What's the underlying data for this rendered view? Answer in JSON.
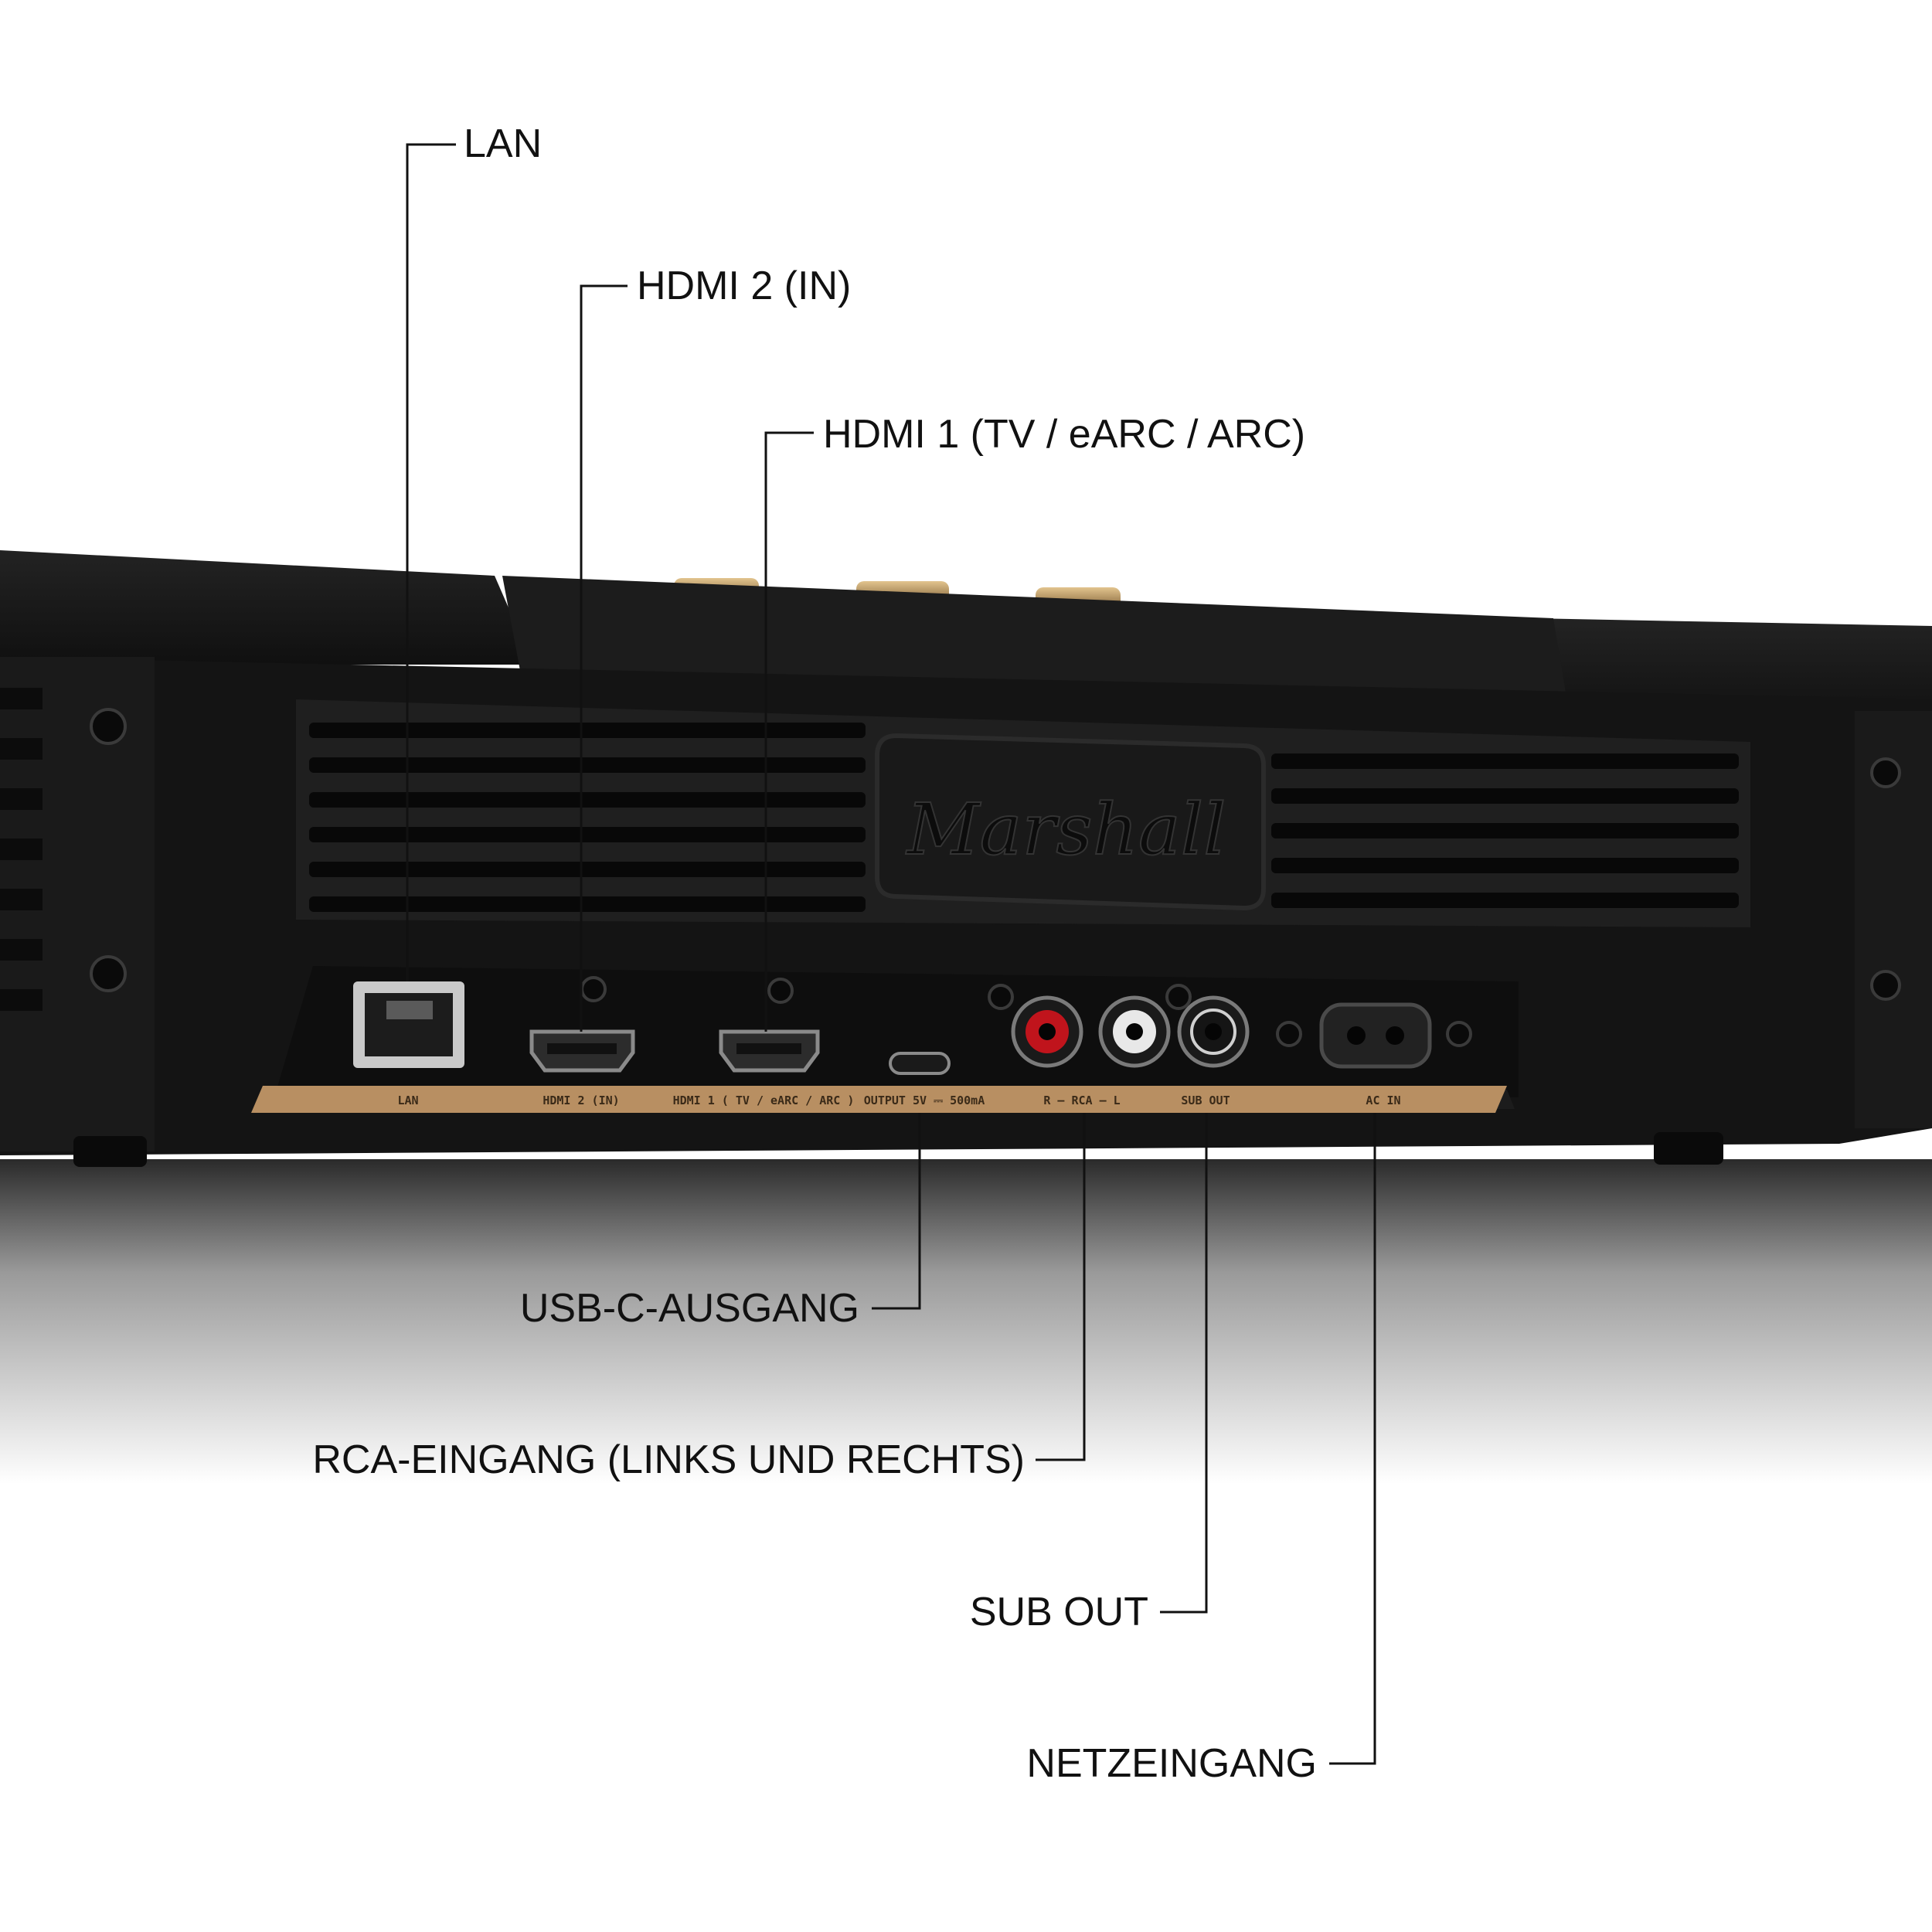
{
  "callouts": {
    "lan": "LAN",
    "hdmi2": "HDMI 2 (IN)",
    "hdmi1": "HDMI 1 (TV / eARC / ARC)",
    "usbc": "USB-C-AUSGANG",
    "rca": "RCA-EINGANG (LINKS UND RECHTS)",
    "sub": "SUB OUT",
    "power": "NETZEINGANG"
  },
  "panel_labels": {
    "lan": "LAN",
    "hdmi2": "HDMI 2 (IN)",
    "hdmi1": "HDMI 1 ( TV / eARC / ARC )",
    "output": "OUTPUT 5V ⎓ 500mA",
    "rca": "R — RCA — L",
    "sub": "SUB OUT",
    "ac": "AC IN"
  },
  "logo_text": "Marshall",
  "colors": {
    "body": "#141414",
    "plate": "#b88f62",
    "leader": "#111111",
    "rca_red": "#c0141c",
    "rca_white": "#e8e8e8",
    "brass": "#b08a55"
  }
}
